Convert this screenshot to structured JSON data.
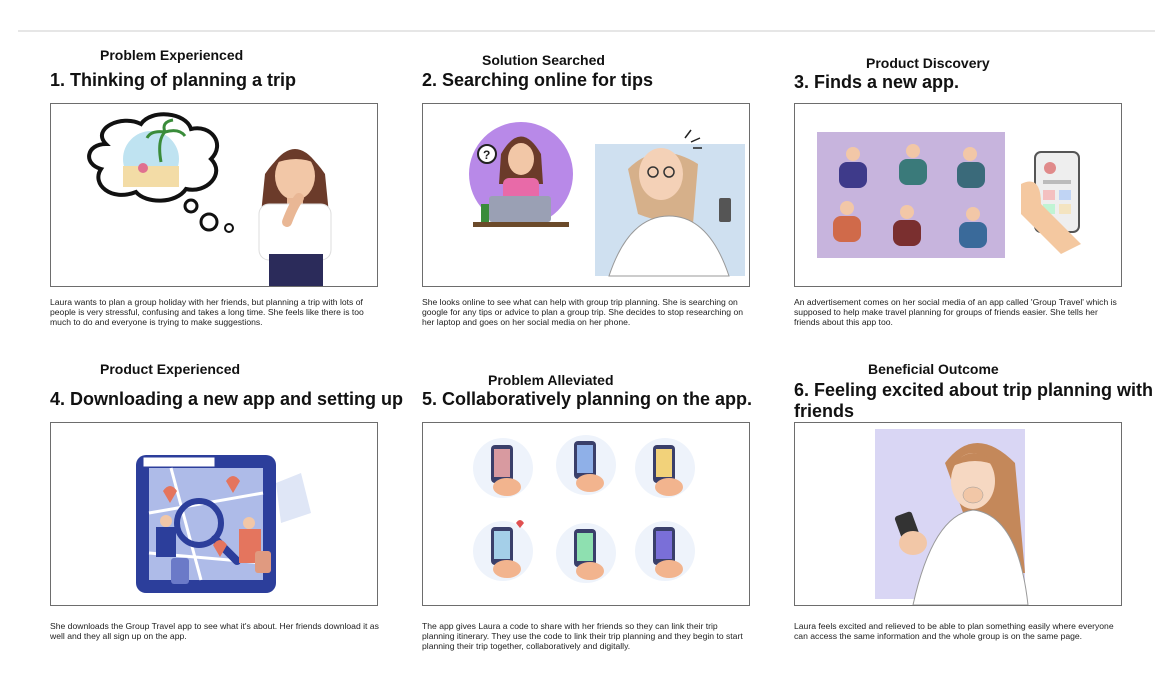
{
  "panels": [
    {
      "stage": "Problem  Experienced",
      "title": "1. Thinking of planning a trip",
      "description": "Laura wants to plan a group holiday with her friends, but planning a trip with lots of people is very stressful, confusing and takes a long time. She feels like there is too much to do and everyone is trying to make suggestions."
    },
    {
      "stage": "Solution Searched",
      "title": "2. Searching online for tips",
      "description": "She looks online to see what can help with group trip planning. She is searching on google for any tips or advice to plan a group trip. She decides to stop researching on her laptop and goes on her social media on her phone."
    },
    {
      "stage": "Product Discovery",
      "title": "3. Finds a new app.",
      "description": "An advertisement comes on her social media of an app called 'Group Travel' which is supposed to help make travel planning for groups of friends easier. She tells her friends about this app too."
    },
    {
      "stage": "Product Experienced",
      "title": "4. Downloading a new app and setting up",
      "description": "She downloads the Group Travel app to see what it's about. Her friends download it as well and they all sign up on the app."
    },
    {
      "stage": "Problem Alleviated",
      "title": "5. Collaboratively planning on the app.",
      "description": "The app gives Laura a code to share with her friends so they can link their trip planning itinerary. They use the code to link their trip planning and they begin to start planning their trip together, collaboratively and digitally."
    },
    {
      "stage": "Beneficial Outcome",
      "title": "6. Feeling excited about trip planning with friends",
      "description": "Laura feels excited and relieved to be able to plan something easily where everyone can access the same information and the whole group is on the same page."
    }
  ],
  "colors": {
    "border": "#6d6d6d",
    "lavender": "#c7b4dd",
    "lightblue": "#cfe0f0",
    "appblue": "#2c3e9b",
    "skin": "#f2c7a7",
    "hair": "#6b3b2a"
  },
  "illustrations": [
    "thinking-woman-illustration",
    "online-search-illustration",
    "app-ad-illustration",
    "app-download-illustration",
    "collab-phones-illustration",
    "excited-woman-illustration"
  ]
}
